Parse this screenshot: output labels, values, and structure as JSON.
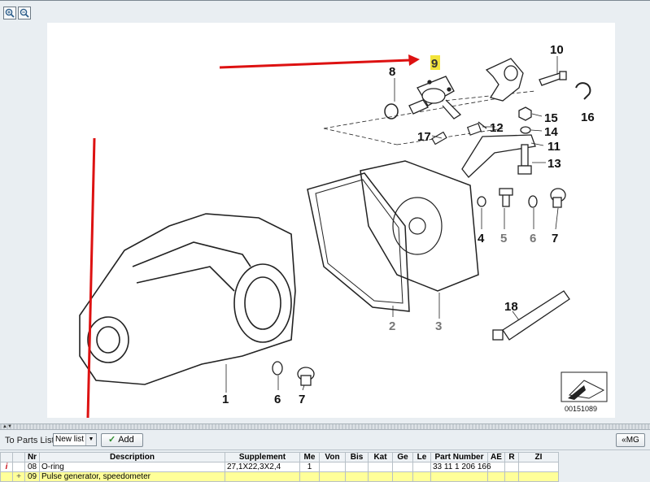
{
  "toolbar": {
    "to_parts_label": "To Parts List",
    "list_select_value": "New list",
    "add_label": "Add",
    "mg_label": "«MG"
  },
  "diagram": {
    "callouts": [
      "9",
      "8",
      "10",
      "15",
      "16",
      "14",
      "12",
      "17",
      "11",
      "13",
      "4",
      "5",
      "6",
      "7",
      "18",
      "2",
      "3",
      "1",
      "6",
      "7"
    ],
    "image_code": "00151089",
    "highlight_color": "#f2e33a",
    "annotation_color": "#dd1111"
  },
  "table": {
    "headers": [
      "",
      "",
      "Nr",
      "Description",
      "Supplement",
      "Me",
      "Von",
      "Bis",
      "Kat",
      "Ge",
      "Le",
      "Part Number",
      "AE",
      "R",
      "ZI"
    ],
    "rows": [
      {
        "icon1": "i",
        "icon2": "",
        "nr": "08",
        "description": "O-ring",
        "supplement": "27,1X22,3X2,4",
        "me": "1",
        "von": "",
        "bis": "",
        "kat": "",
        "ge": "",
        "le": "",
        "part_number": "33 11 1 206 166",
        "ae": "",
        "r": "",
        "zi": ""
      },
      {
        "icon1": "",
        "icon2": "+",
        "nr": "09",
        "description": "Pulse generator, speedometer",
        "supplement": "",
        "me": "",
        "von": "",
        "bis": "",
        "kat": "",
        "ge": "",
        "le": "",
        "part_number": "",
        "ae": "",
        "r": "",
        "zi": ""
      }
    ]
  }
}
